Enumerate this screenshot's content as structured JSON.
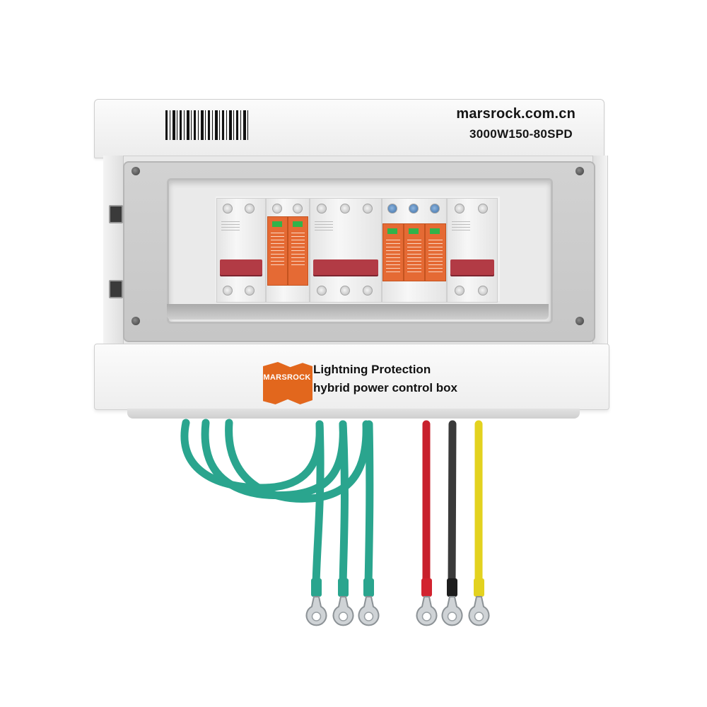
{
  "enclosure": {
    "website": "marsrock.com.cn",
    "model": "3000W150-80SPD"
  },
  "label": {
    "logo_text": "MARSROCK",
    "line1": "Lightning Protection",
    "line2": "hybrid power control box"
  },
  "cables": {
    "colors": {
      "ground": "#2aa58e",
      "positive": "#c8202c",
      "negative": "#3a3a3a",
      "yellow": "#e3d21f"
    }
  },
  "colors": {
    "breaker_handle": "#b23b45",
    "spd_body": "#e56a34",
    "logo": "#e2671d"
  },
  "icons": [
    "barcode",
    "screw",
    "hinge",
    "latch",
    "ring-terminal"
  ]
}
